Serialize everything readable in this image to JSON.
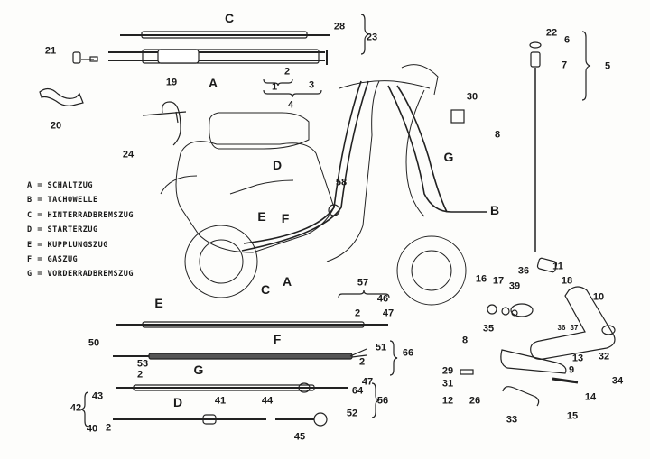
{
  "legend": [
    "A = SCHALTZUG",
    "B = TACHOWELLE",
    "C = HINTERRADBREMSZUG",
    "D = STARTERZUG",
    "E = KUPPLUNGSZUG",
    "F = GASZUG",
    "G = VORDERRADBREMSZUG"
  ],
  "labels": [
    "C",
    "28",
    "23",
    "21",
    "19",
    "A",
    "2",
    "3",
    "1",
    "4",
    "20",
    "24",
    "30",
    "22",
    "6",
    "7",
    "5",
    "8",
    "G",
    "B",
    "D",
    "58",
    "E",
    "F",
    "C",
    "A",
    "57",
    "46",
    "2",
    "47",
    "E",
    "50",
    "F",
    "51",
    "66",
    "2",
    "53",
    "2",
    "G",
    "47",
    "64",
    "52",
    "56",
    "43",
    "D",
    "41",
    "44",
    "42",
    "40",
    "2",
    "45",
    "16",
    "17",
    "39",
    "36",
    "11",
    "18",
    "10",
    "35",
    "8",
    "13",
    "32",
    "9",
    "34",
    "29",
    "31",
    "12",
    "26",
    "14",
    "15",
    "33",
    "36",
    "37"
  ]
}
